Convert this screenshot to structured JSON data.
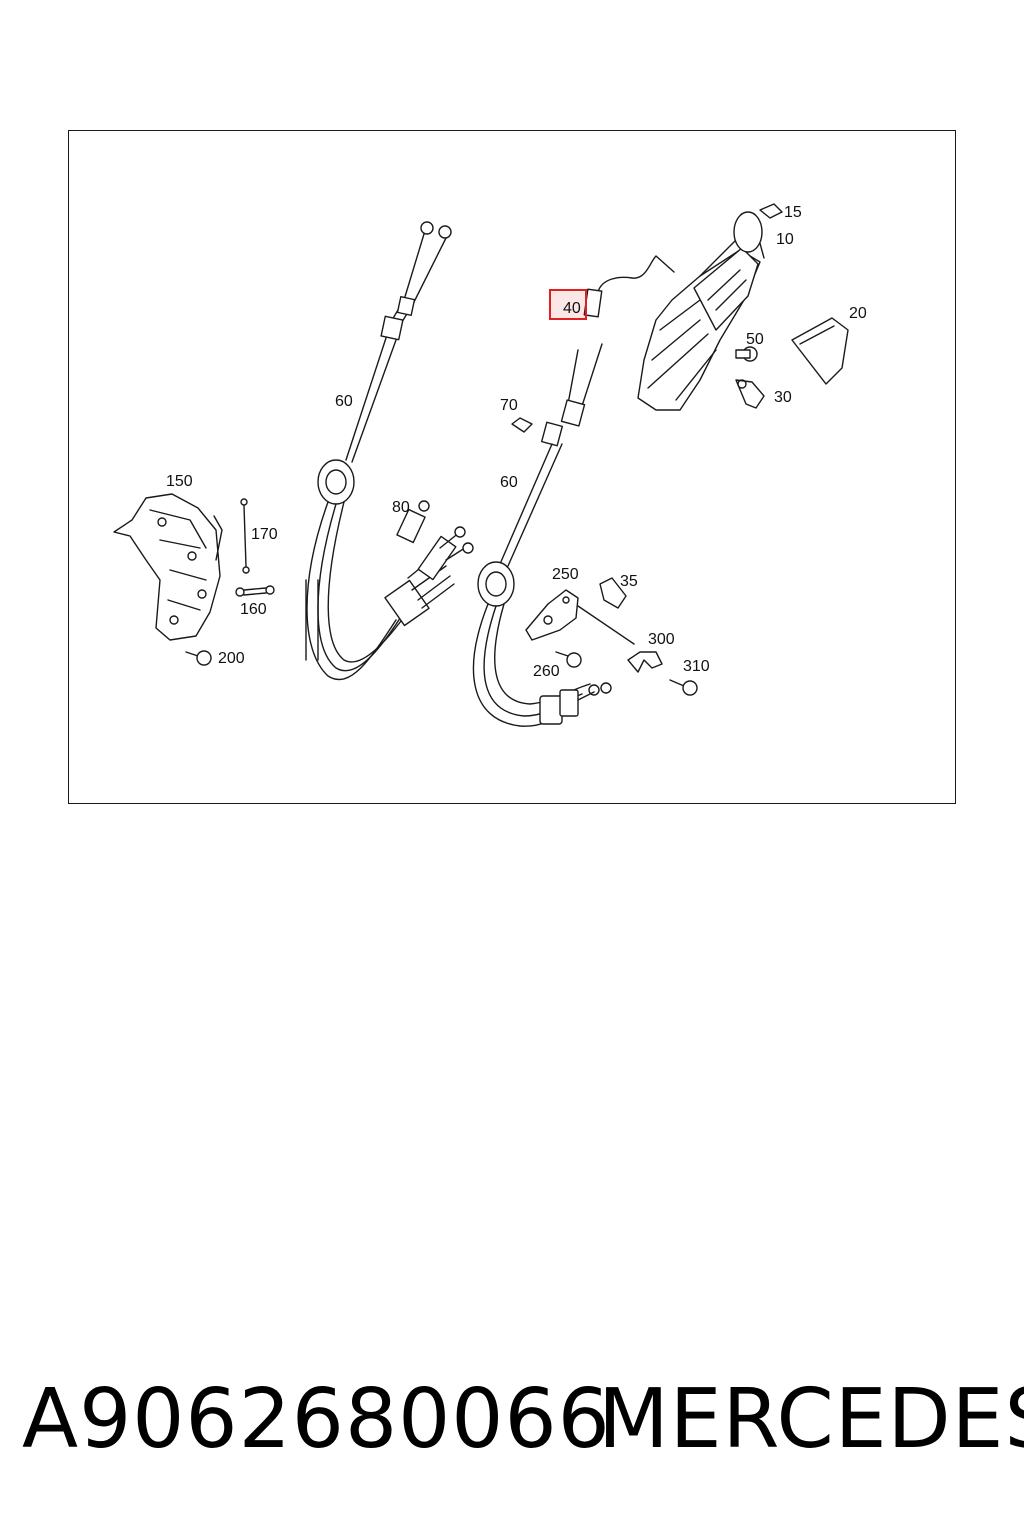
{
  "diagram": {
    "highlighted_callout": "40",
    "callouts": {
      "c15": "15",
      "c10": "10",
      "c20": "20",
      "c50": "50",
      "c30": "30",
      "c40": "40",
      "c70": "70",
      "c60_left": "60",
      "c60_right": "60",
      "c150": "150",
      "c170": "170",
      "c160": "160",
      "c200": "200",
      "c80": "80",
      "c250": "250",
      "c35": "35",
      "c300": "300",
      "c260": "260",
      "c310": "310"
    },
    "highlight_color": "#e02020"
  },
  "footer": {
    "part_number": "A9062680066",
    "brand": "MERCEDES"
  }
}
